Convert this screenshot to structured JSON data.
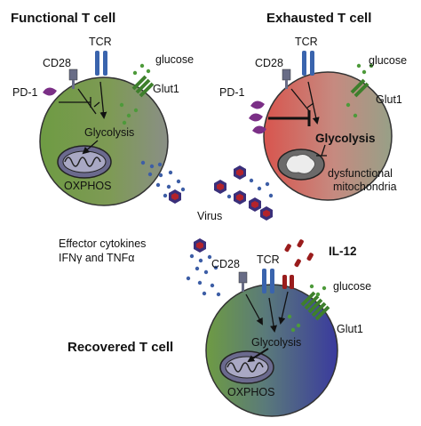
{
  "titles": {
    "functional": "Functional T cell",
    "exhausted": "Exhausted T cell",
    "recovered": "Recovered T cell"
  },
  "labels": {
    "tcr": "TCR",
    "cd28": "CD28",
    "pd1": "PD-1",
    "glucose": "glucose",
    "glut1": "Glut1",
    "glycolysis": "Glycolysis",
    "oxphos": "OXPHOS",
    "virus": "Virus",
    "dysfunctional_1": "dysfunctional",
    "dysfunctional_2": "mitochondria",
    "effector_1": "Effector cytokines",
    "effector_2": "IFNγ and TNFα",
    "il12": "IL-12"
  },
  "colors": {
    "green_cell": "#6f9a45",
    "exhausted_cell": "#d45a52",
    "recovered_cell": "#3f3f9a",
    "tcr": "#3a64ad",
    "cd28": "#686c86",
    "pd1": "#7b2f86",
    "glut1": "#3e7f2c",
    "glucose_dot": "#4d9a3a",
    "cytokine_dot": "#3d5ea6",
    "il12": "#9a1c1c",
    "virus_outer": "#3a2f7a",
    "virus_inner": "#b3232b"
  }
}
